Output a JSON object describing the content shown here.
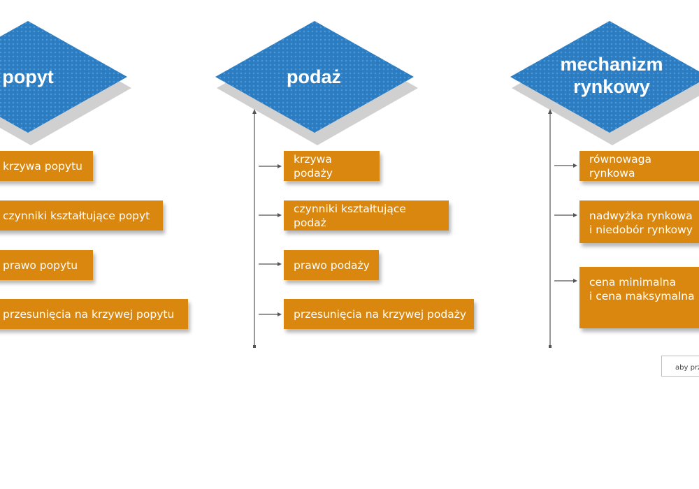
{
  "colors": {
    "diamond_blue": "#2b7bbf",
    "box_orange": "#d9870e",
    "connector_gray": "#555555"
  },
  "columns": [
    {
      "title": "popyt",
      "items": [
        "krzywa popytu",
        "czynniki kształtujące popyt",
        "prawo popytu",
        "przesunięcia na krzywej popytu"
      ]
    },
    {
      "title": "podaż",
      "items": [
        "krzywa podaży",
        "czynniki kształtujące podaż",
        "prawo podaży",
        "przesunięcia na krzywej podaży"
      ]
    },
    {
      "title": "mechanizm\nrynkowy",
      "items": [
        "równowaga rynkowa",
        "nadwyżka rynkowa\ni niedobór rynkowy",
        "cena minimalna\ni cena maksymalna"
      ]
    }
  ],
  "hint_text": "aby prze"
}
